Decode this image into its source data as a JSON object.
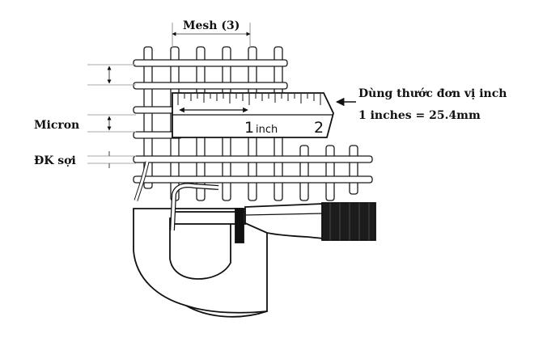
{
  "labels": {
    "mesh": "Mesh (3)",
    "micron": "Micron",
    "wire_diameter": "ĐK sợi",
    "ruler_note_line1": "Dùng thước đơn vị inch",
    "ruler_note_line2": "1 inches = 25.4mm"
  },
  "ruler": {
    "mark_1": "1",
    "unit": "inch",
    "mark_2": "2"
  }
}
